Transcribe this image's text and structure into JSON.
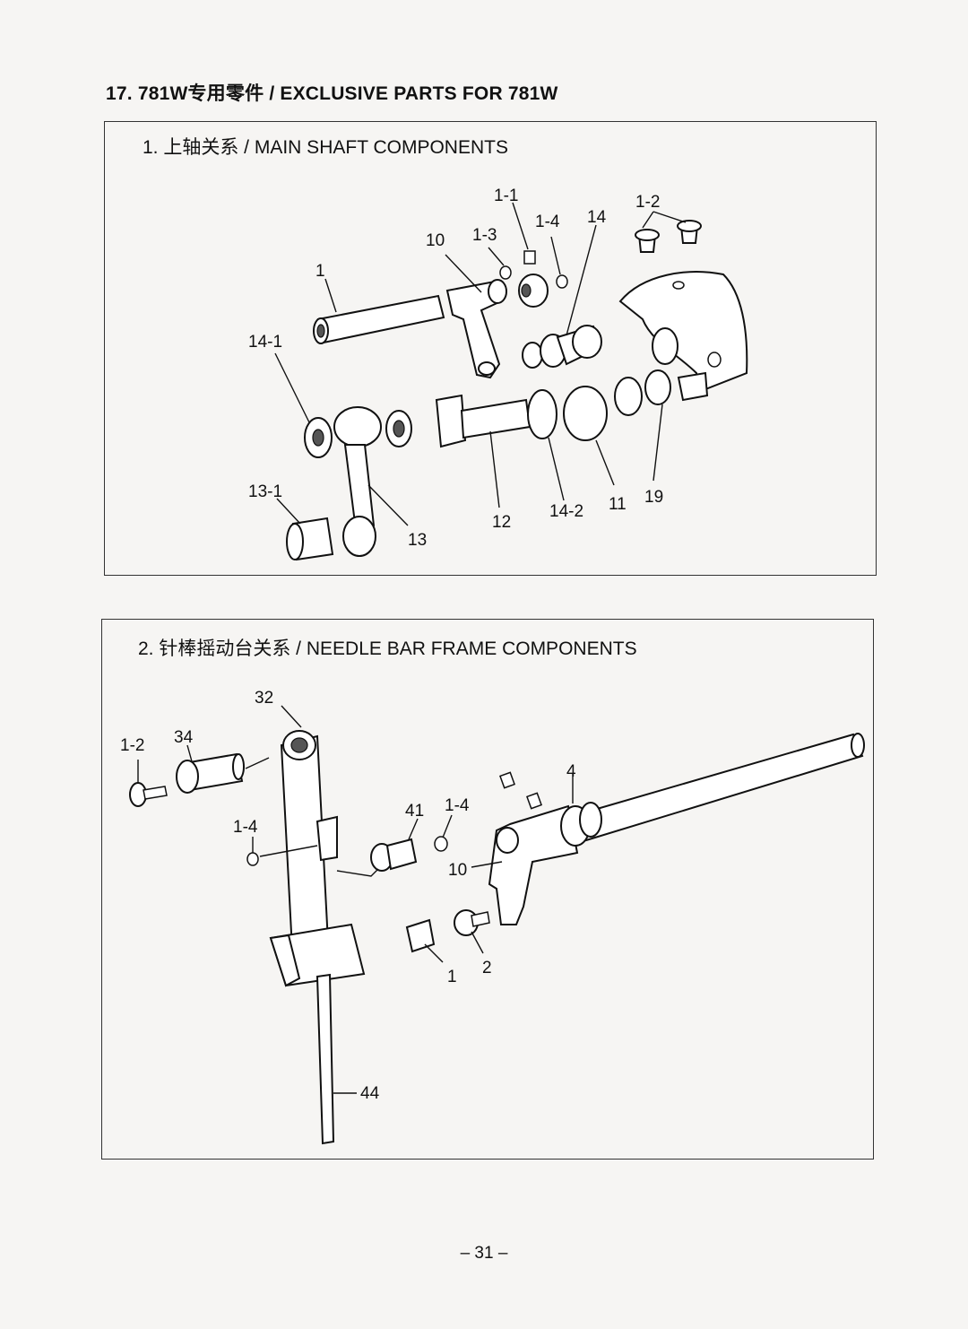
{
  "page": {
    "title": "17. 781W专用零件 / EXCLUSIVE PARTS FOR 781W",
    "page_number": "– 31 –"
  },
  "panel_main_shaft": {
    "title": "1. 上轴关系 / MAIN SHAFT COMPONENTS",
    "callouts": {
      "p1_1": "1-1",
      "p1_2": "1-2",
      "p1_3": "1-3",
      "p1_4": "1-4",
      "p14": "14",
      "p10": "10",
      "p1": "1",
      "p14_1": "14-1",
      "p13_1": "13-1",
      "p13": "13",
      "p12": "12",
      "p14_2": "14-2",
      "p11": "11",
      "p19": "19"
    }
  },
  "panel_needle_bar": {
    "title": "2. 针棒摇动台关系 / NEEDLE BAR FRAME COMPONENTS",
    "callouts": {
      "p32": "32",
      "p1_2": "1-2",
      "p34": "34",
      "p1_4_left": "1-4",
      "p41": "41",
      "p1_4_mid": "1-4",
      "p4": "4",
      "p10": "10",
      "p1": "1",
      "p2": "2",
      "p44": "44"
    }
  }
}
